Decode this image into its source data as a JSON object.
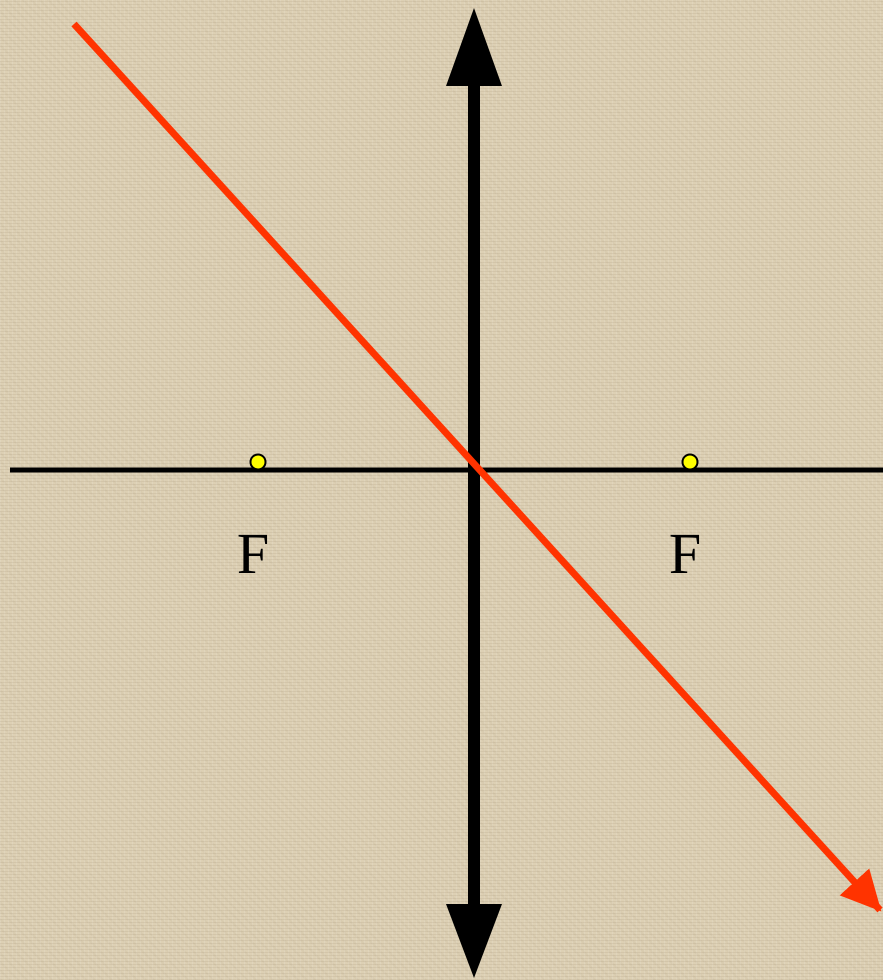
{
  "diagram": {
    "focus_left_label": "F",
    "focus_right_label": "F",
    "colors": {
      "background": "#ddd0b4",
      "axis": "#000000",
      "lens": "#000000",
      "ray": "#ff3300",
      "focus_point_fill": "#ffff00",
      "focus_point_stroke": "#000000"
    },
    "elements": {
      "lens": "converging-lens-double-arrow",
      "axis": "principal-axis",
      "ray": "light-ray-through-optical-center"
    }
  }
}
